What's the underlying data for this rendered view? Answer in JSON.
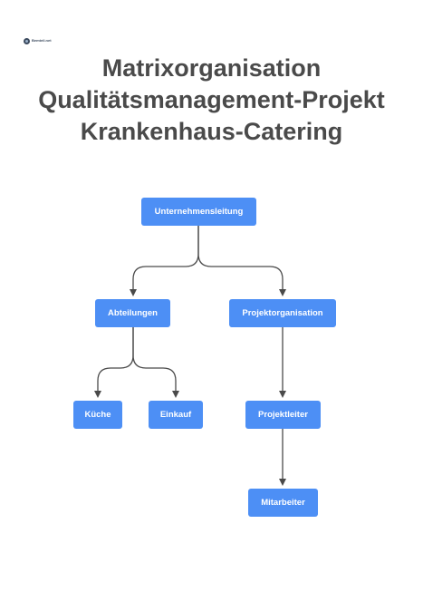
{
  "logo": {
    "text": "Bemteil.net",
    "icon": "logo-icon"
  },
  "title": {
    "line1": "Matrixorganisation",
    "line2": "Qualitätsmanagement-Projekt",
    "line3": "Krankenhaus-Catering"
  },
  "nodes": {
    "root": "Unternehmensleitung",
    "abteilungen": "Abteilungen",
    "projektorganisation": "Projektorganisation",
    "kueche": "Küche",
    "einkauf": "Einkauf",
    "projektleiter": "Projektleiter",
    "mitarbeiter": "Mitarbeiter"
  },
  "colors": {
    "node_fill": "#4d8ff5",
    "node_text": "#ffffff",
    "edge": "#4a4a4a",
    "title": "#4a4a4a"
  }
}
